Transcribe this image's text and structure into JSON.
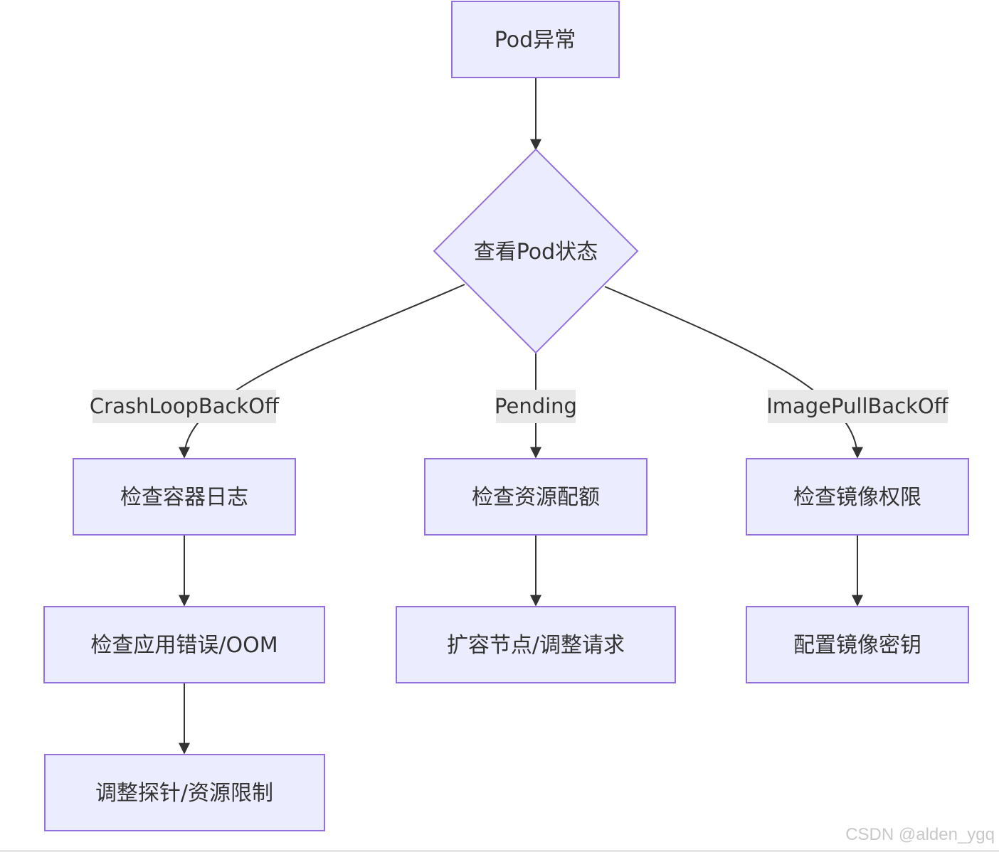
{
  "nodes": {
    "pod_abnormal": "Pod异常",
    "check_pod_status": "查看Pod状态",
    "check_container_logs": "检查容器日志",
    "check_app_errors": "检查应用错误/OOM",
    "adjust_probe_limits": "调整探针/资源限制",
    "check_resource_quota": "检查资源配额",
    "scale_nodes": "扩容节点/调整请求",
    "check_image_permissions": "检查镜像权限",
    "configure_image_secret": "配置镜像密钥"
  },
  "edge_labels": {
    "crashloop": "CrashLoopBackOff",
    "pending": "Pending",
    "imagepull": "ImagePullBackOff"
  },
  "watermark": "CSDN @alden_ygq",
  "colors": {
    "node_fill": "#ececff",
    "node_stroke": "#9370db",
    "edge": "#333333",
    "label_bg": "#e8e8e8"
  }
}
